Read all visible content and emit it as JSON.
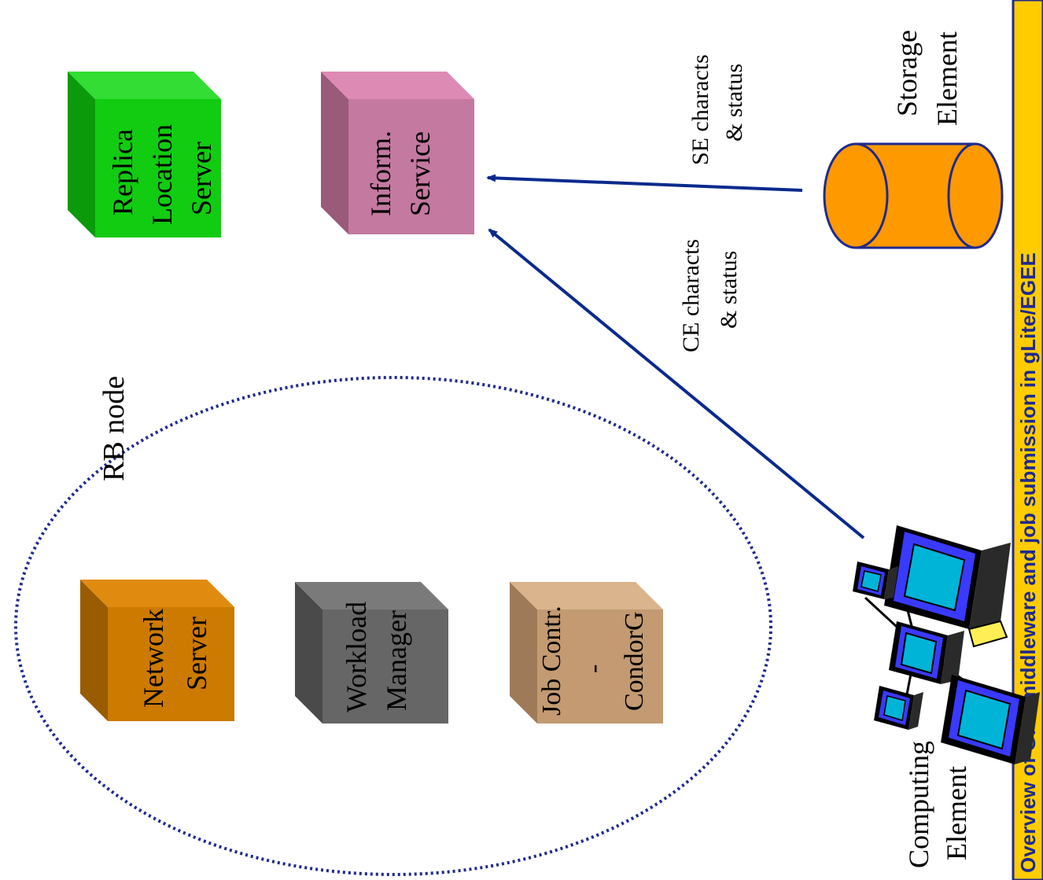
{
  "rb_node": {
    "label": "RB node"
  },
  "components": {
    "network_server": {
      "line1": "Network",
      "line2": "Server",
      "line3": ""
    },
    "workload_manager": {
      "line1": "Workload",
      "line2": "Manager",
      "line3": ""
    },
    "job_controller": {
      "line1": "Job Contr.",
      "line2": "-",
      "line3": "CondorG"
    },
    "replica_location_server": {
      "line1": "Replica",
      "line2": "Location",
      "line3": "Server"
    },
    "information_service": {
      "line1": "Inform.",
      "line2": "Service",
      "line3": ""
    }
  },
  "storage_element": {
    "line1": "Storage",
    "line2": "Element"
  },
  "computing_element": {
    "line1": "Computing",
    "line2": "Element"
  },
  "edges": {
    "se_to_is": {
      "line1": "SE characts",
      "line2": "& status"
    },
    "ce_to_is": {
      "line1": "CE characts",
      "line2": "& status"
    }
  },
  "sidebar": {
    "text": "Overview of Grid middleware and job submission in gLite/EGEE"
  },
  "colors": {
    "network_server": "#cc7a00",
    "workload_manager": "#666666",
    "job_controller": "#c39a72",
    "replica_location_server": "#11cc11",
    "information_service": "#c479a0",
    "storage_element": "#ff9900",
    "arrow": "#0a2a8c",
    "sidebar_bg": "#ffcc00",
    "sidebar_border": "#1f2a8c"
  }
}
